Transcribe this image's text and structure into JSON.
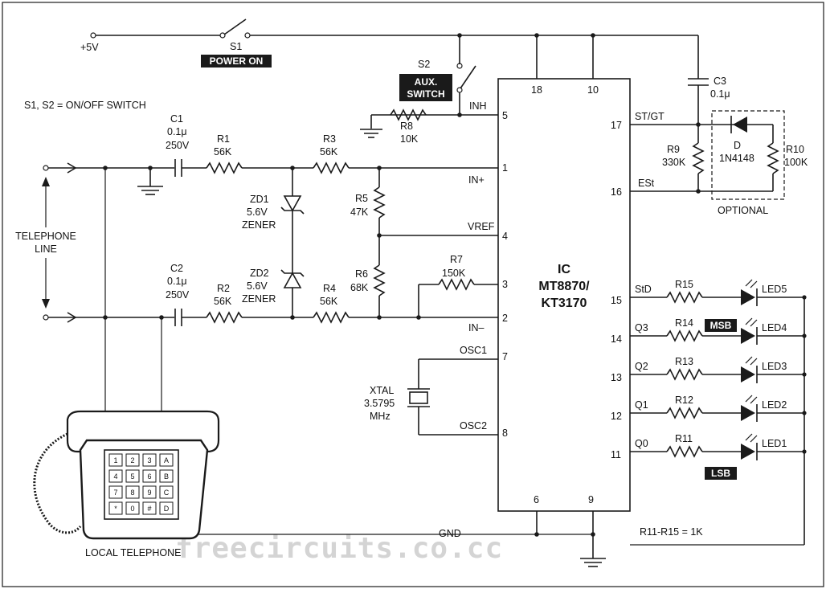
{
  "supply": {
    "vcc": "+5V",
    "gnd": "GND"
  },
  "switches": {
    "s1": {
      "name": "S1",
      "tag": "POWER ON"
    },
    "s2": {
      "name": "S2",
      "tag_line1": "AUX.",
      "tag_line2": "SWITCH"
    },
    "note": "S1, S2 = ON/OFF SWITCH"
  },
  "line": {
    "label1": "TELEPHONE",
    "label2": "LINE"
  },
  "capacitors": {
    "c1": {
      "name": "C1",
      "value": "0.1μ",
      "rating": "250V"
    },
    "c2": {
      "name": "C2",
      "value": "0.1μ",
      "rating": "250V"
    },
    "c3": {
      "name": "C3",
      "value": "0.1μ"
    }
  },
  "resistors": {
    "r1": {
      "name": "R1",
      "value": "56K"
    },
    "r2": {
      "name": "R2",
      "value": "56K"
    },
    "r3": {
      "name": "R3",
      "value": "56K"
    },
    "r4": {
      "name": "R4",
      "value": "56K"
    },
    "r5": {
      "name": "R5",
      "value": "47K"
    },
    "r6": {
      "name": "R6",
      "value": "68K"
    },
    "r7": {
      "name": "R7",
      "value": "150K"
    },
    "r8": {
      "name": "R8",
      "value": "10K"
    },
    "r9": {
      "name": "R9",
      "value": "330K"
    },
    "r10": {
      "name": "R10",
      "value": "100K"
    },
    "r11": {
      "name": "R11"
    },
    "r12": {
      "name": "R12"
    },
    "r13": {
      "name": "R13"
    },
    "r14": {
      "name": "R14"
    },
    "r15": {
      "name": "R15"
    },
    "led_note": "R11-R15 = 1K"
  },
  "zeners": {
    "zd1": {
      "name": "ZD1",
      "value": "5.6V",
      "type": "ZENER"
    },
    "zd2": {
      "name": "ZD2",
      "value": "5.6V",
      "type": "ZENER"
    }
  },
  "diode": {
    "name": "D",
    "part": "1N4148",
    "group": "OPTIONAL"
  },
  "crystal": {
    "name": "XTAL",
    "value": "3.5795",
    "unit": "MHz"
  },
  "ic": {
    "line1": "IC",
    "line2": "MT8870/",
    "line3": "KT3170"
  },
  "pins": {
    "p1": "1",
    "p2": "2",
    "p3": "3",
    "p4": "4",
    "p5": "5",
    "p6": "6",
    "p7": "7",
    "p8": "8",
    "p9": "9",
    "p10": "10",
    "p11": "11",
    "p12": "12",
    "p13": "13",
    "p14": "14",
    "p15": "15",
    "p16": "16",
    "p17": "17",
    "p18": "18"
  },
  "pin_names": {
    "inh": "INH",
    "in_plus": "IN+",
    "vref": "VREF",
    "in_minus": "IN–",
    "osc1": "OSC1",
    "osc2": "OSC2",
    "stgt": "ST/GT",
    "est": "ESt",
    "std": "StD",
    "q3": "Q3",
    "q2": "Q2",
    "q1": "Q1",
    "q0": "Q0"
  },
  "leds": {
    "led1": "LED1",
    "led2": "LED2",
    "led3": "LED3",
    "led4": "LED4",
    "led5": "LED5",
    "msb": "MSB",
    "lsb": "LSB"
  },
  "telephone": {
    "label": "LOCAL TELEPHONE",
    "keys": [
      "1",
      "2",
      "3",
      "A",
      "4",
      "5",
      "6",
      "B",
      "7",
      "8",
      "9",
      "C",
      "*",
      "0",
      "#",
      "D"
    ]
  },
  "watermark": "freecircuits.co.cc",
  "colors": {
    "ink": "#1a1a1a",
    "tag_bg": "#1a1a1a",
    "watermark": "#d4d4d4"
  }
}
